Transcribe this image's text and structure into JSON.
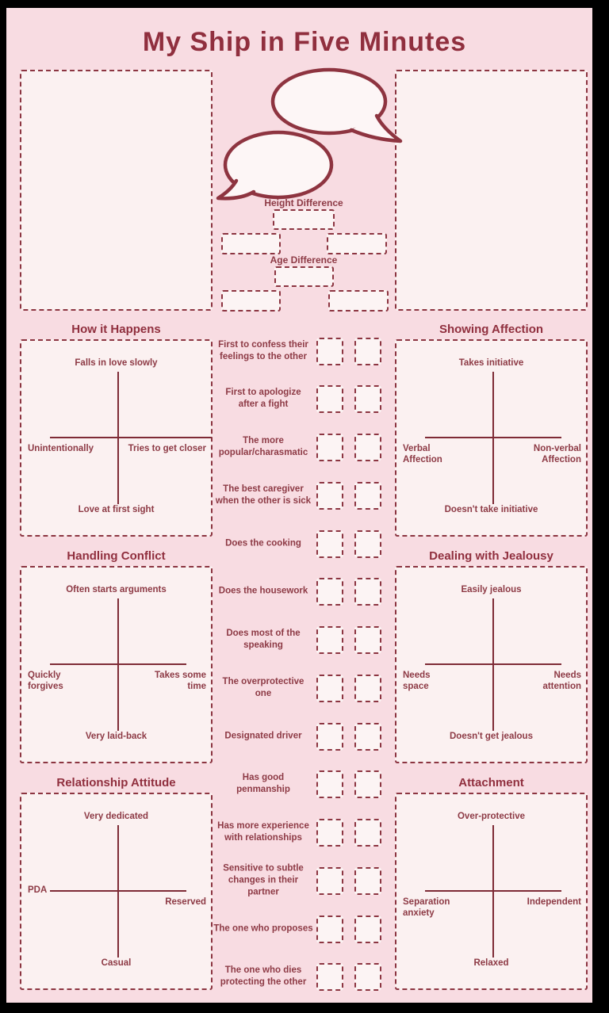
{
  "title": "My Ship in Five Minutes",
  "colors": {
    "background": "#f8dce2",
    "panel_fill": "#fbf1f1",
    "accent": "#8c3541",
    "text": "#8d3a45",
    "frame": "#000000"
  },
  "character_slots": {
    "count": 2
  },
  "speech_bubbles": {
    "count": 2
  },
  "center_fields": {
    "height_difference": {
      "label": "Height Difference"
    },
    "age_difference": {
      "label": "Age Difference"
    }
  },
  "quadrants": [
    {
      "title": "How it Happens",
      "top": "Falls in love slowly",
      "bottom": "Love at first sight",
      "left": "Unintentionally",
      "right": "Tries to get closer"
    },
    {
      "title": "Showing Affection",
      "top": "Takes initiative",
      "bottom": "Doesn't take initiative",
      "left": "Verbal\nAffection",
      "right": "Non-verbal\nAffection"
    },
    {
      "title": "Handling Conflict",
      "top": "Often starts arguments",
      "bottom": "Very laid-back",
      "left": "Quickly\nforgives",
      "right": "Takes some\ntime"
    },
    {
      "title": "Dealing with Jealousy",
      "top": "Easily jealous",
      "bottom": "Doesn't get jealous",
      "left": "Needs\nspace",
      "right": "Needs\nattention"
    },
    {
      "title": "Relationship Attitude",
      "top": "Very dedicated",
      "bottom": "Casual",
      "left": "PDA",
      "right": "Reserved"
    },
    {
      "title": "Attachment",
      "top": "Over-protective",
      "bottom": "Relaxed",
      "left": "Separation\nanxiety",
      "right": "Independent"
    }
  ],
  "prompts": {
    "checkbox_columns": 2,
    "items": [
      {
        "label": "First to confess their\nfeelings to the other"
      },
      {
        "label": "First to apologize\nafter a fight"
      },
      {
        "label": "The more\npopular/charasmatic"
      },
      {
        "label": "The best caregiver\nwhen the other is sick"
      },
      {
        "label": "Does the cooking"
      },
      {
        "label": "Does the housework"
      },
      {
        "label": "Does most of the\nspeaking"
      },
      {
        "label": "The overprotective\none"
      },
      {
        "label": "Designated driver"
      },
      {
        "label": "Has good\npenmanship"
      },
      {
        "label": "Has more experience\nwith relationships"
      },
      {
        "label": "Sensitive to subtle\nchanges in their partner"
      },
      {
        "label": "The one who proposes"
      },
      {
        "label": "The one who dies\nprotecting the other"
      }
    ]
  }
}
